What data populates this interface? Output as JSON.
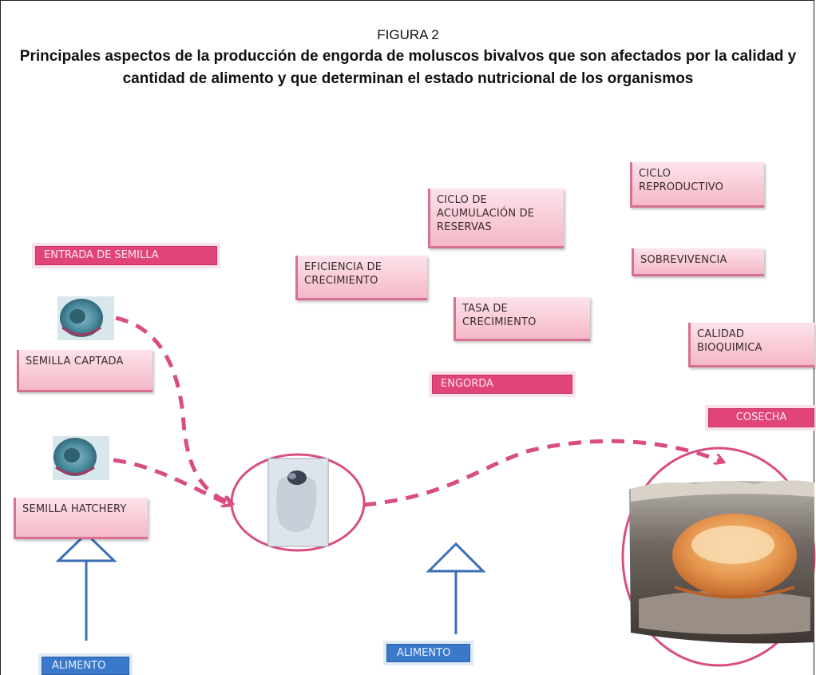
{
  "figure_label": "FIGURA 2",
  "figure_title": "Principales aspectos de la producción de engorda de moluscos bivalvos que son afectados por la calidad y cantidad de alimento y que determinan el estado nutricional de los organismos",
  "labels": {
    "entrada_semilla": "ENTRADA DE SEMILLA",
    "semilla_captada": "SEMILLA CAPTADA",
    "semilla_hatchery": "SEMILLA HATCHERY",
    "eficiencia": "EFICIENCIA DE CRECIMIENTO",
    "ciclo_acumulacion": "CICLO DE ACUMULACIÓN DE RESERVAS",
    "tasa_crecimiento": "TASA DE CRECIMIENTO",
    "engorda": "ENGORDA",
    "ciclo_reproductivo": "CICLO REPRODUCTIVO",
    "sobrevivencia": "SOBREVIVENCIA",
    "calidad_bioquimica": "CALIDAD BIOQUIMICA",
    "cosecha": "COSECHA",
    "alimento_left": "ALIMENTO",
    "alimento_center": "ALIMENTO"
  },
  "colors": {
    "pink_accent": "#e0447a",
    "dashed_arrow": "#d94d83",
    "blue_accent": "#3a78c9"
  }
}
